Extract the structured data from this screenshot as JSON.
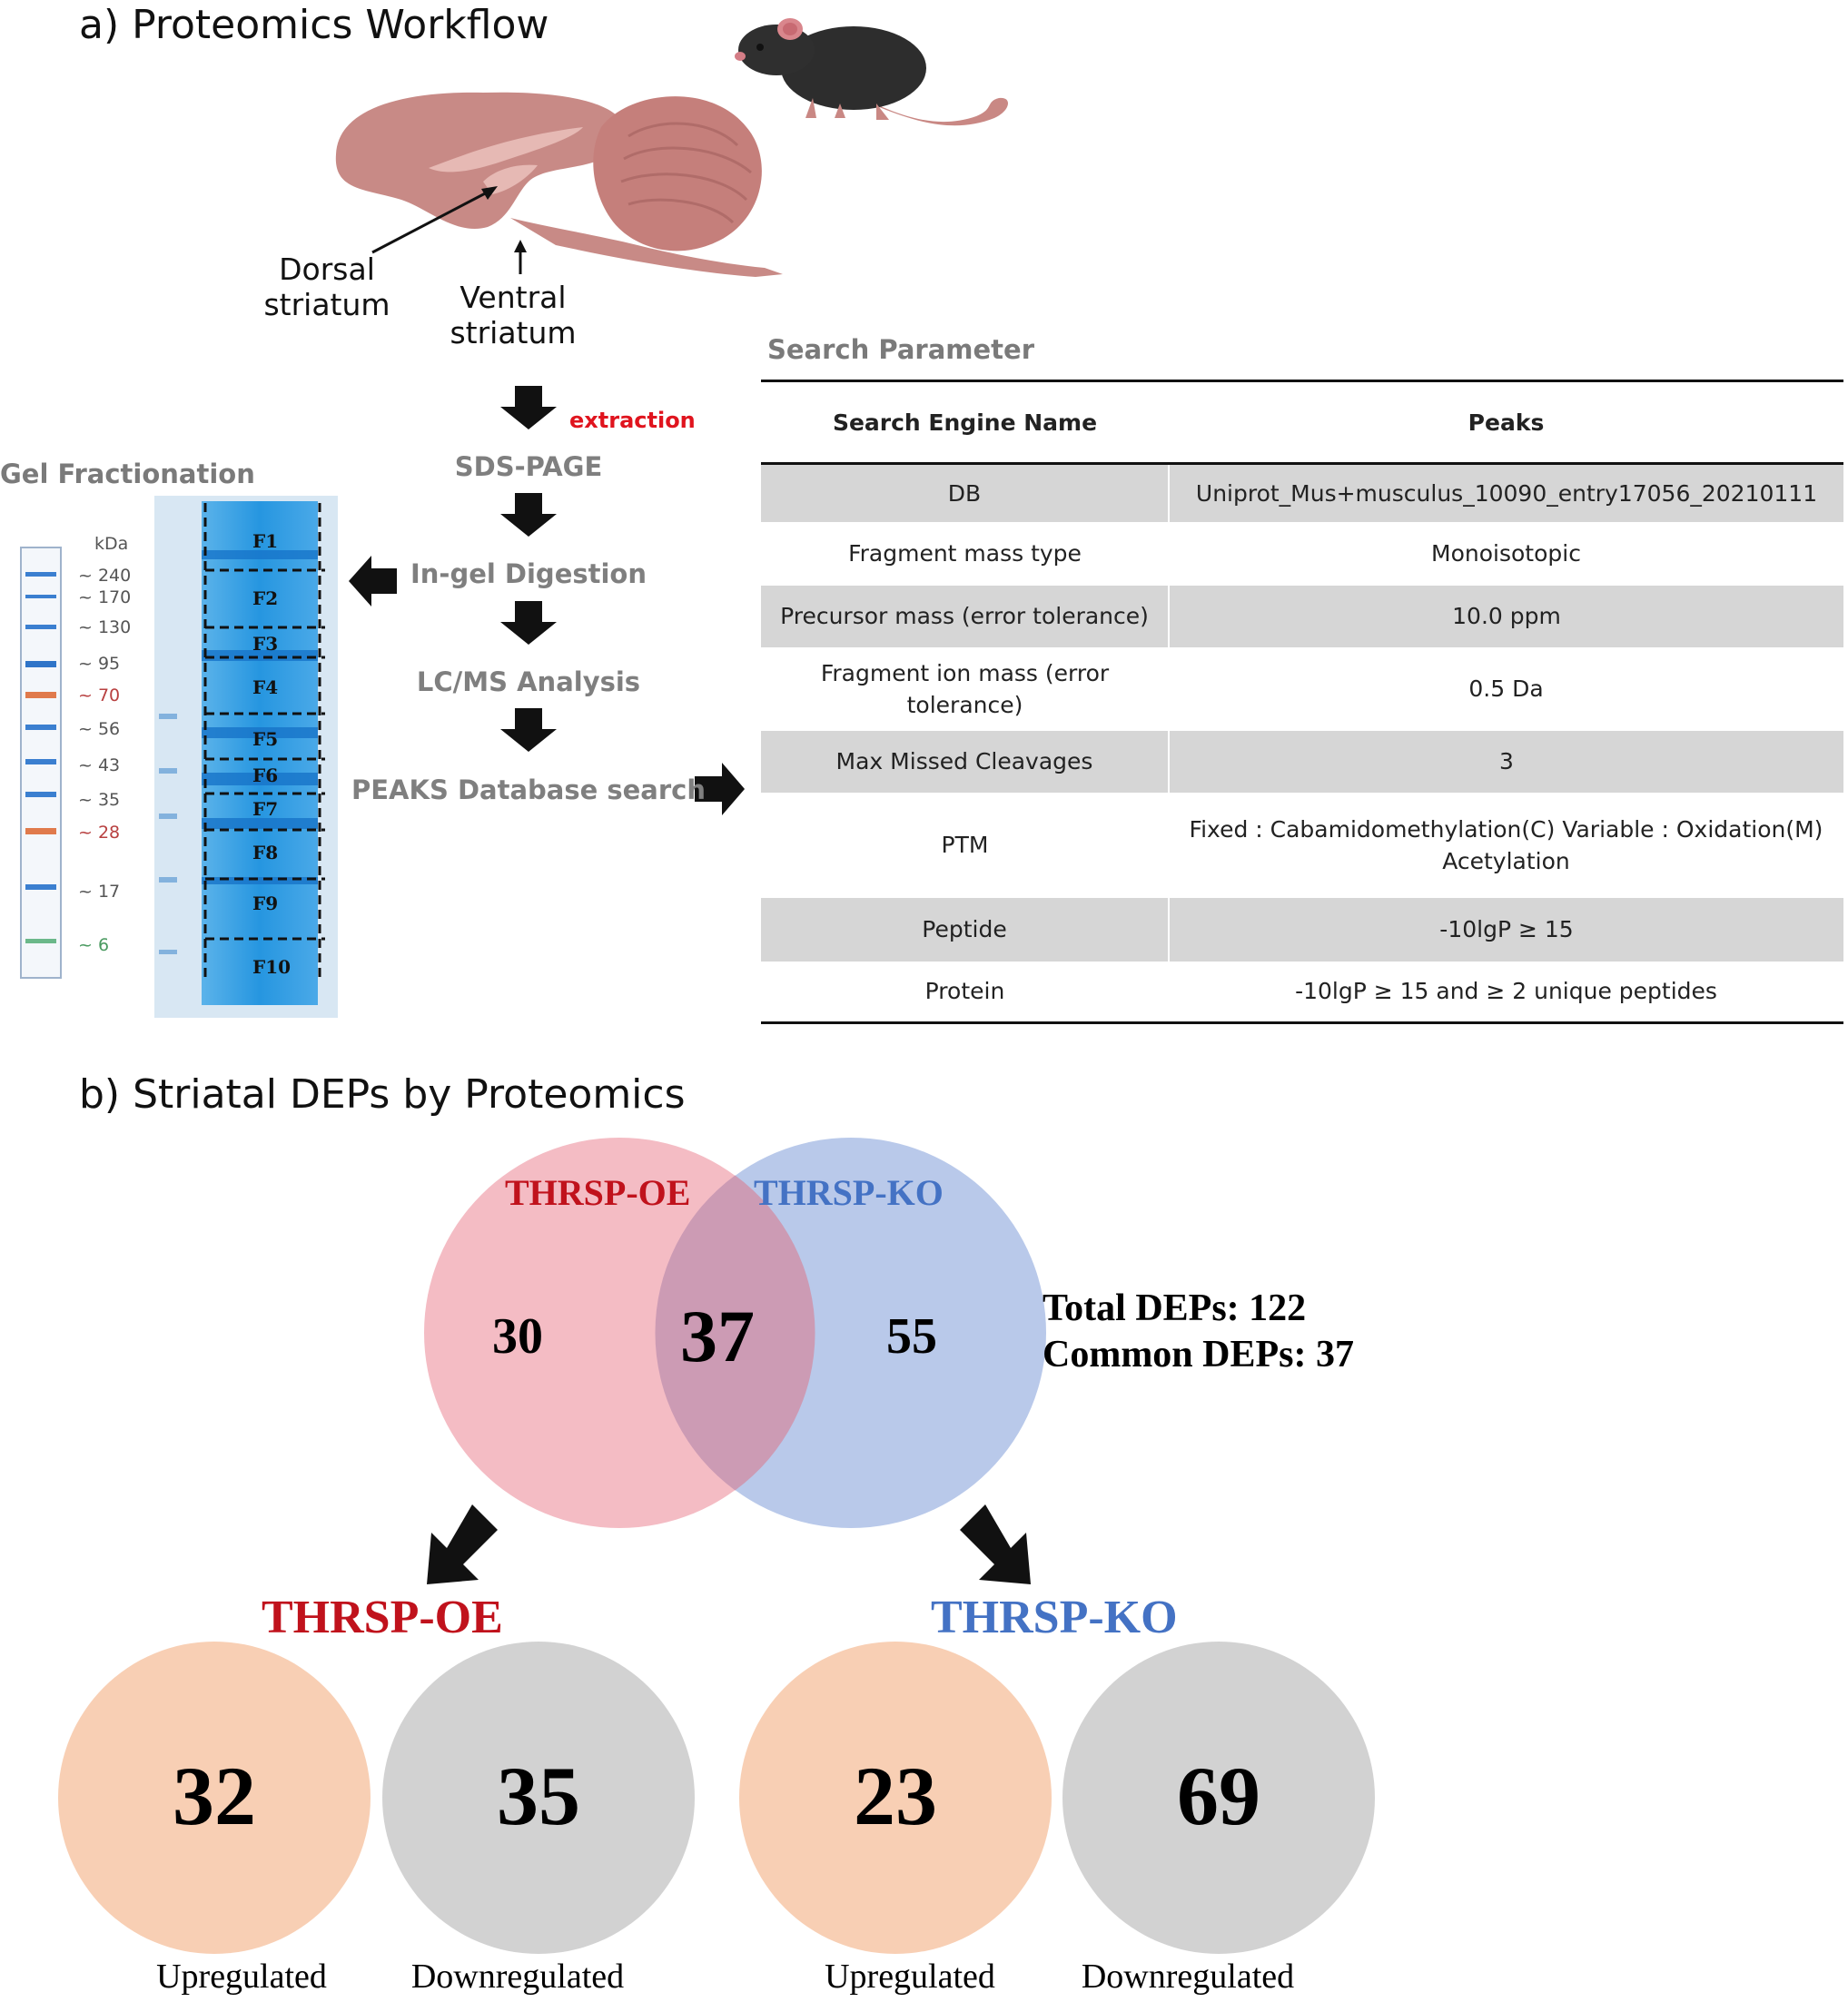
{
  "panel_a": {
    "heading": "a) Proteomics Workflow",
    "brain_labels": {
      "dorsal": "Dorsal striatum",
      "ventral": "Ventral striatum"
    },
    "extraction_label": "extraction",
    "steps": [
      "SDS-PAGE",
      "In-gel Digestion",
      "LC/MS Analysis",
      "PEAKS Database search"
    ],
    "gel_title": "Gel Fractionation",
    "ladder_unit": "kDa",
    "ladder_marks": [
      "~ 240",
      "~ 170",
      "~ 130",
      "~ 95",
      "~ 70",
      "~ 56",
      "~ 43",
      "~ 35",
      "~ 28",
      "~ 17",
      "~ 6"
    ],
    "fractions": [
      "F1",
      "F2",
      "F3",
      "F4",
      "F5",
      "F6",
      "F7",
      "F8",
      "F9",
      "F10"
    ],
    "search_param": {
      "title": "Search Parameter",
      "header": [
        "Search Engine Name",
        "Peaks"
      ],
      "rows": [
        [
          "DB",
          "Uniprot_Mus+musculus_10090_entry17056_20210111"
        ],
        [
          "Fragment mass type",
          "Monoisotopic"
        ],
        [
          "Precursor mass (error tolerance)",
          "10.0 ppm"
        ],
        [
          "Fragment ion mass (error tolerance)",
          "0.5 Da"
        ],
        [
          "Max Missed Cleavages",
          "3"
        ],
        [
          "PTM",
          "Fixed : Cabamidomethylation(C) Variable : Oxidation(M) Acetylation"
        ],
        [
          "Peptide",
          "-10lgP ≥ 15"
        ],
        [
          "Protein",
          "-10lgP ≥ 15 and ≥ 2 unique peptides"
        ]
      ]
    }
  },
  "panel_b": {
    "heading": "b) Striatal DEPs by Proteomics",
    "venn": {
      "oe_label": "THRSP-OE",
      "ko_label": "THRSP-KO",
      "oe_only": "30",
      "common": "37",
      "ko_only": "55"
    },
    "totals": [
      "Total DEPs: 122",
      "Common DEPs: 37"
    ],
    "groups": [
      {
        "title": "THRSP-OE",
        "up": "32",
        "down": "35",
        "up_label": "Upregulated",
        "down_label": "Downregulated"
      },
      {
        "title": "THRSP-KO",
        "up": "23",
        "down": "69",
        "up_label": "Upregulated",
        "down_label": "Downregulated"
      }
    ]
  },
  "colors": {
    "oe_red": "#c0121c",
    "ko_blue": "#4472c4",
    "venn_pink": "#f4bcc4",
    "venn_blue": "#b9c9ea",
    "venn_overlap": "#cc9bb4",
    "up_peach": "#f8cfb4",
    "down_gray": "#d2d2d2",
    "brain": "#c88a86",
    "gel_blue": "#2f9be0"
  }
}
